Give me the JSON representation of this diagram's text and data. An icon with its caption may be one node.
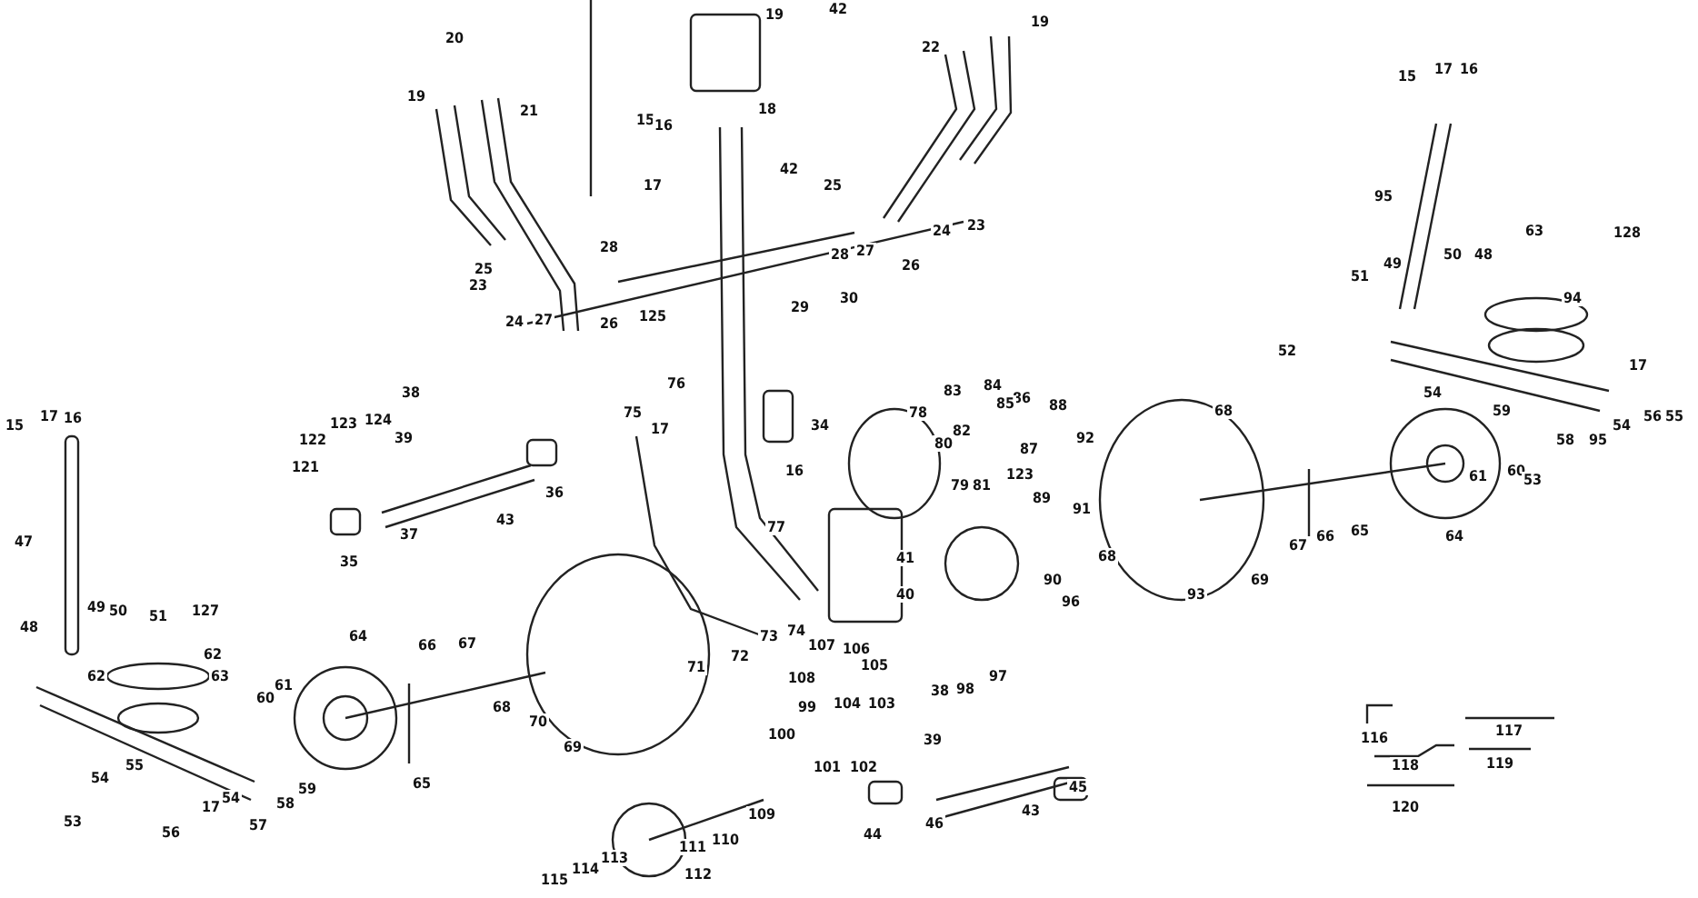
{
  "diagram": {
    "labels": [
      "42",
      "19",
      "19",
      "20",
      "22",
      "15",
      "17",
      "16",
      "19",
      "21",
      "18",
      "15",
      "16",
      "42",
      "17",
      "25",
      "95",
      "23",
      "24",
      "63",
      "128",
      "28",
      "27",
      "28",
      "50",
      "48",
      "49",
      "26",
      "25",
      "51",
      "23",
      "30",
      "94",
      "29",
      "125",
      "24",
      "27",
      "26",
      "52",
      "17",
      "76",
      "84",
      "83",
      "38",
      "54",
      "86",
      "85",
      "88",
      "68",
      "59",
      "75",
      "78",
      "15",
      "17",
      "16",
      "55",
      "56",
      "123",
      "124",
      "34",
      "54",
      "17",
      "82",
      "39",
      "92",
      "122",
      "58",
      "95",
      "80",
      "87",
      "121",
      "16",
      "123",
      "61",
      "60",
      "53",
      "79",
      "81",
      "36",
      "89",
      "91",
      "43",
      "77",
      "37",
      "65",
      "66",
      "64",
      "47",
      "67",
      "68",
      "41",
      "35",
      "90",
      "69",
      "40",
      "93",
      "96",
      "49",
      "127",
      "50",
      "51",
      "48",
      "74",
      "73",
      "64",
      "67",
      "66",
      "107",
      "106",
      "62",
      "72",
      "105",
      "71",
      "62",
      "63",
      "97",
      "108",
      "61",
      "98",
      "38",
      "60",
      "104",
      "103",
      "99",
      "68",
      "70",
      "117",
      "100",
      "116",
      "39",
      "69",
      "119",
      "118",
      "55",
      "101",
      "102",
      "54",
      "65",
      "45",
      "59",
      "54",
      "58",
      "17",
      "120",
      "43",
      "109",
      "53",
      "46",
      "57",
      "56",
      "44",
      "110",
      "111",
      "113",
      "114",
      "112",
      "115"
    ]
  }
}
